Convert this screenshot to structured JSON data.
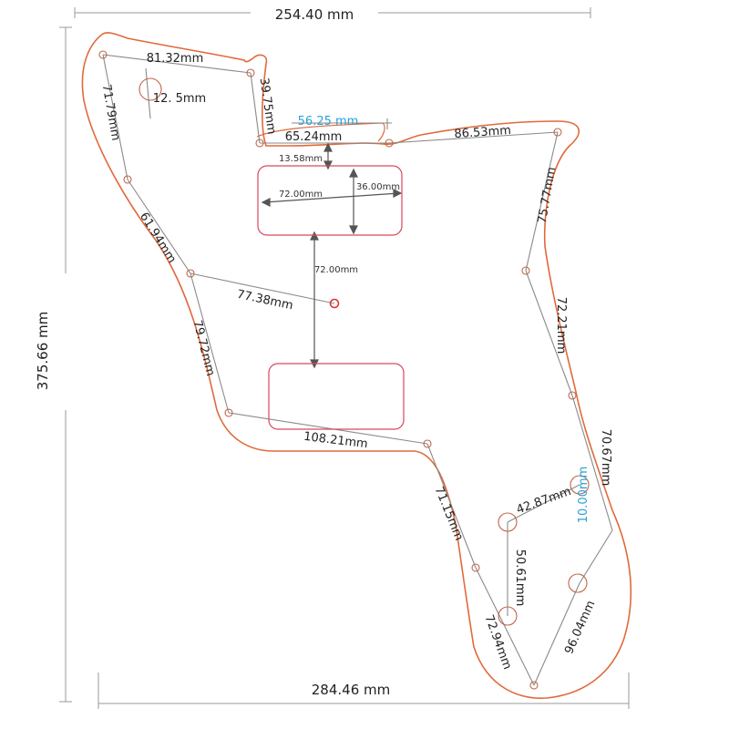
{
  "colors": {
    "outline": "#e06a3c",
    "pickup": "#d9485a",
    "measure": "#8a8a8a",
    "text": "#222222",
    "highlight": "#2aa0d8"
  },
  "overall": {
    "width_top": "254.40 mm",
    "height_left": "375.66 mm",
    "width_bottom": "284.46 mm"
  },
  "measurements": {
    "m_81_32": "81.32mm",
    "m_12_5": "12. 5mm",
    "m_39_75": "39.75mm",
    "m_71_79": "71.79mm",
    "m_56_25": "56.25 mm",
    "m_65_24": "65.24mm",
    "m_86_53": "86.53mm",
    "m_13_58": "13.58mm",
    "m_72_00_a": "72.00mm",
    "m_36_00": "36.00mm",
    "m_75_77": "75.77mm",
    "m_61_94": "61.94mm",
    "m_72_00_b": "72.00mm",
    "m_77_38": "77.38mm",
    "m_72_21": "72.21mm",
    "m_79_72": "79.72mm",
    "m_70_67": "70.67mm",
    "m_108_21": "108.21mm",
    "m_10_00": "10.00mm",
    "m_42_87": "42.87mm",
    "m_71_15": "71.15mm",
    "m_50_61": "50.61mm",
    "m_72_94": "72.94mm",
    "m_96_04": "96.04mm"
  }
}
